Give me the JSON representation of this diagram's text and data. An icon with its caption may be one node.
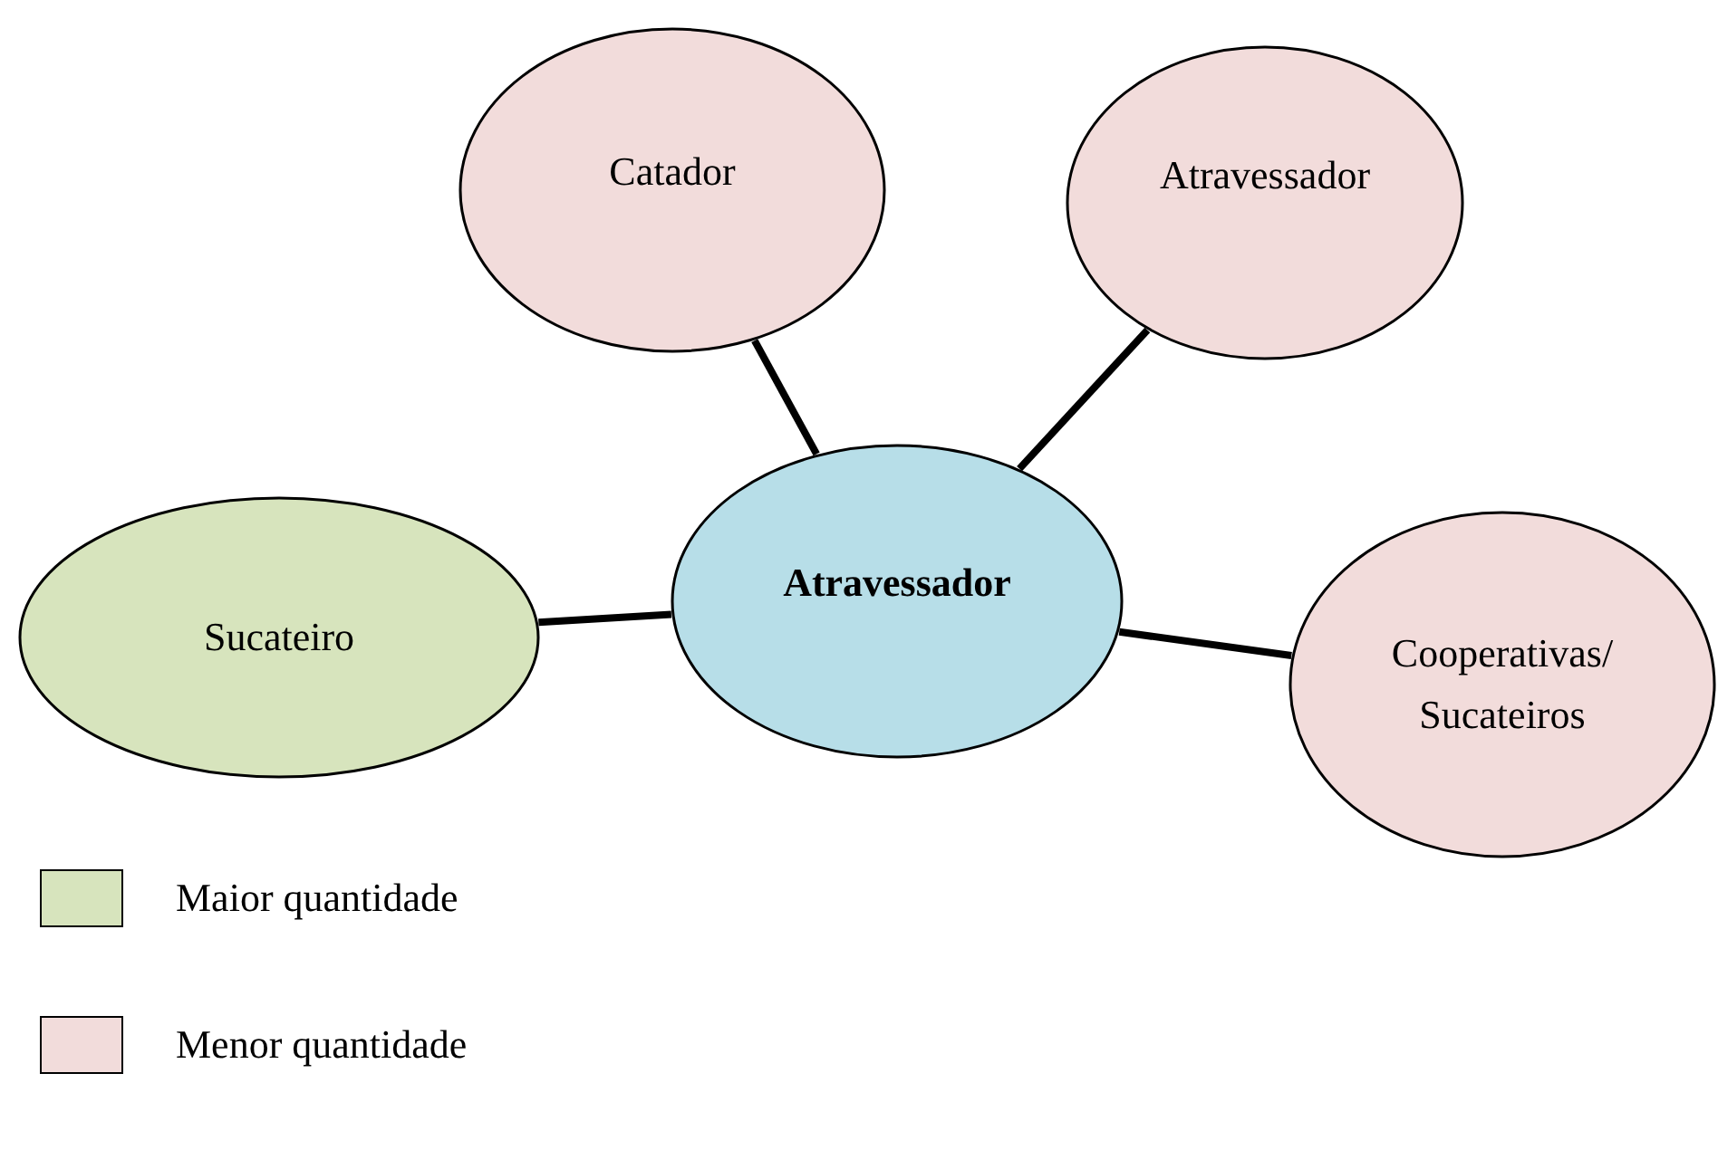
{
  "diagram": {
    "nodes": [
      {
        "text": [
          "Catador"
        ]
      },
      {
        "text": [
          "Atravessador"
        ]
      },
      {
        "text": [
          "Sucateiro"
        ]
      },
      {
        "text": [
          "Atravessador"
        ]
      },
      {
        "text": [
          "Cooperativas/ Sucateiros"
        ]
      }
    ],
    "edges": [
      {
        "from": 3,
        "to": 0,
        "arrow": "none"
      },
      {
        "from": 3,
        "to": 1,
        "arrow": "none"
      },
      {
        "from": 3,
        "to": 2,
        "arrow": "none"
      },
      {
        "from": 3,
        "to": 4,
        "arrow": "none"
      }
    ],
    "legend": [
      {
        "text": "Maior quantidade",
        "color": "#d7e4bd"
      },
      {
        "text": "Menor quantidade",
        "color": "#f2dcdb"
      }
    ]
  }
}
